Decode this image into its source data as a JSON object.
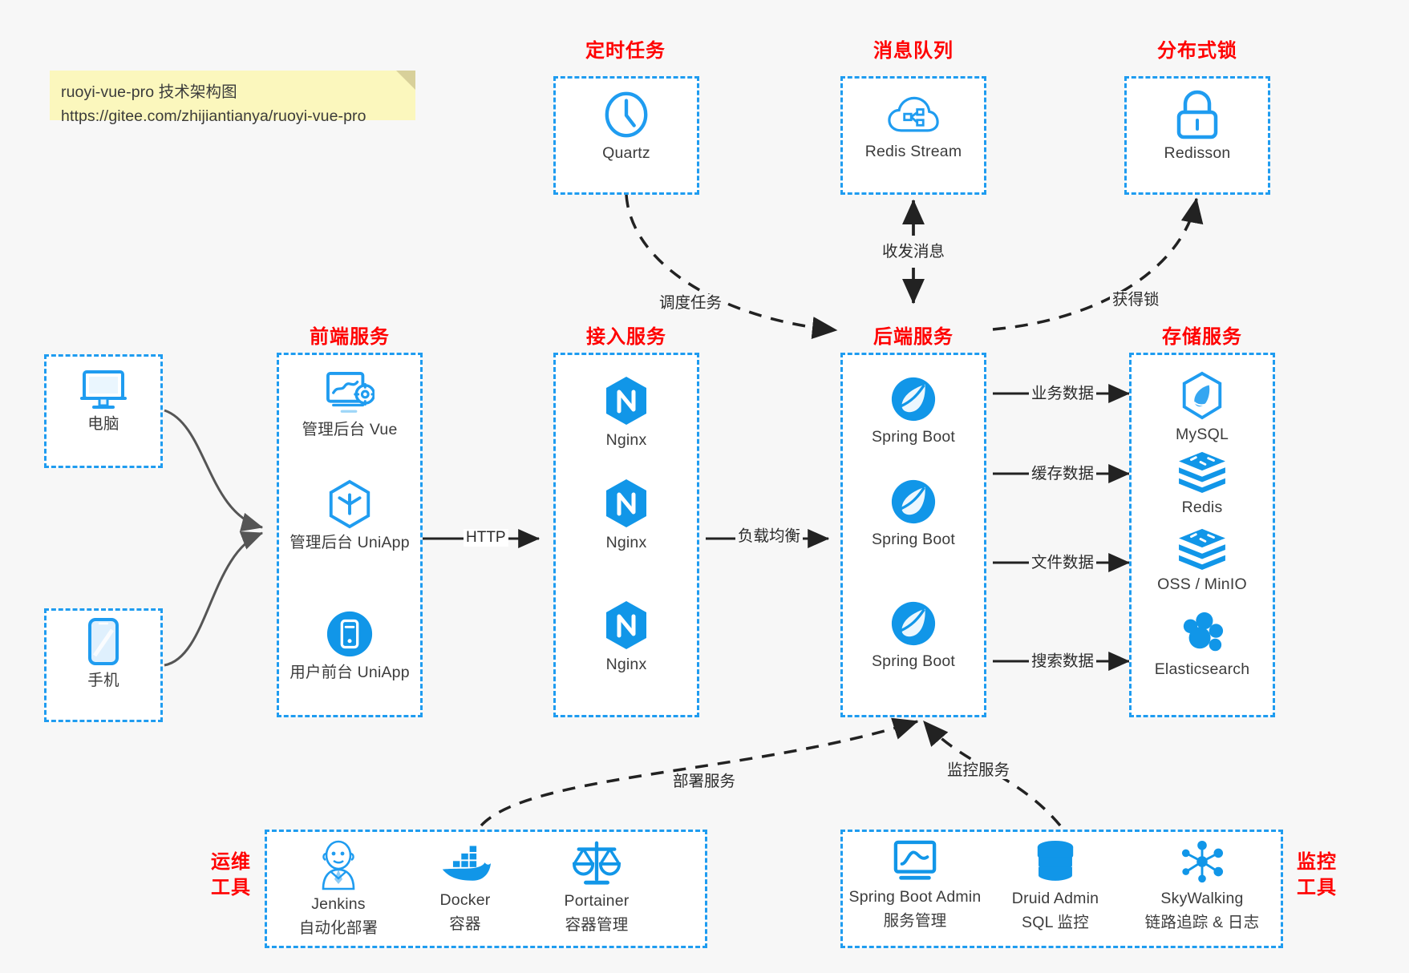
{
  "note": {
    "line1": "ruoyi-vue-pro 技术架构图",
    "line2": "https://gitee.com/zhijiantianya/ruoyi-vue-pro"
  },
  "colors": {
    "accent_blue": "#1f9cf0",
    "heading_red": "#ff0000",
    "canvas": "#f7f7f7",
    "note_yellow": "#fbf7bd",
    "text": "#3c3c3c",
    "arrow": "#222222",
    "client_line": "#555555"
  },
  "groups": {
    "scheduler": {
      "title": "定时任务"
    },
    "mq": {
      "title": "消息队列"
    },
    "lock": {
      "title": "分布式锁"
    },
    "frontend": {
      "title": "前端服务"
    },
    "gateway": {
      "title": "接入服务"
    },
    "backend": {
      "title": "后端服务"
    },
    "storage": {
      "title": "存储服务"
    },
    "devops": {
      "title": "运维\n工具",
      "title_l1": "运维",
      "title_l2": "工具"
    },
    "monitor": {
      "title": "监控\n工具",
      "title_l1": "监控",
      "title_l2": "工具"
    }
  },
  "clients": [
    {
      "id": "pc",
      "label": "电脑",
      "icon": "desktop-monitor-icon"
    },
    {
      "id": "mobile",
      "label": "手机",
      "icon": "smartphone-icon"
    }
  ],
  "scheduler_nodes": [
    {
      "label": "Quartz",
      "icon": "clock-icon"
    }
  ],
  "mq_nodes": [
    {
      "label": "Redis Stream",
      "icon": "cloud-stream-icon"
    }
  ],
  "lock_nodes": [
    {
      "label": "Redisson",
      "icon": "padlock-icon"
    }
  ],
  "frontend_nodes": [
    {
      "label": "管理后台 Vue",
      "icon": "dashboard-gear-icon"
    },
    {
      "label": "管理后台 UniApp",
      "icon": "uniapp-hexagon-icon"
    },
    {
      "label": "用户前台 UniApp",
      "icon": "mobile-circle-icon"
    }
  ],
  "gateway_nodes": [
    {
      "label": "Nginx",
      "icon": "nginx-icon"
    },
    {
      "label": "Nginx",
      "icon": "nginx-icon"
    },
    {
      "label": "Nginx",
      "icon": "nginx-icon"
    }
  ],
  "backend_nodes": [
    {
      "label": "Spring Boot",
      "icon": "spring-boot-icon"
    },
    {
      "label": "Spring Boot",
      "icon": "spring-boot-icon"
    },
    {
      "label": "Spring Boot",
      "icon": "spring-boot-icon"
    }
  ],
  "storage_nodes": [
    {
      "label": "MySQL",
      "icon": "mysql-dolphin-icon"
    },
    {
      "label": "Redis",
      "icon": "redis-stack-icon"
    },
    {
      "label": "OSS / MinIO",
      "icon": "redis-stack-icon"
    },
    {
      "label": "Elasticsearch",
      "icon": "elasticsearch-icon"
    }
  ],
  "devops_nodes": [
    {
      "name": "Jenkins",
      "desc": "自动化部署",
      "icon": "jenkins-butler-icon"
    },
    {
      "name": "Docker",
      "desc": "容器",
      "icon": "docker-whale-icon"
    },
    {
      "name": "Portainer",
      "desc": "容器管理",
      "icon": "scales-balance-icon"
    }
  ],
  "monitor_nodes": [
    {
      "name": "Spring Boot Admin",
      "desc": "服务管理",
      "icon": "monitor-chart-icon"
    },
    {
      "name": "Druid Admin",
      "desc": "SQL 监控",
      "icon": "database-cylinder-icon"
    },
    {
      "name": "SkyWalking",
      "desc": "链路追踪 & 日志",
      "icon": "skywalking-node-icon"
    }
  ],
  "edge_labels": {
    "http": "HTTP",
    "load_balance": "负载均衡",
    "schedule_task": "调度任务",
    "send_receive_msg": "收发消息",
    "acquire_lock": "获得锁",
    "business_data": "业务数据",
    "cache_data": "缓存数据",
    "file_data": "文件数据",
    "search_data": "搜索数据",
    "deploy_service": "部署服务",
    "monitor_service": "监控服务"
  }
}
